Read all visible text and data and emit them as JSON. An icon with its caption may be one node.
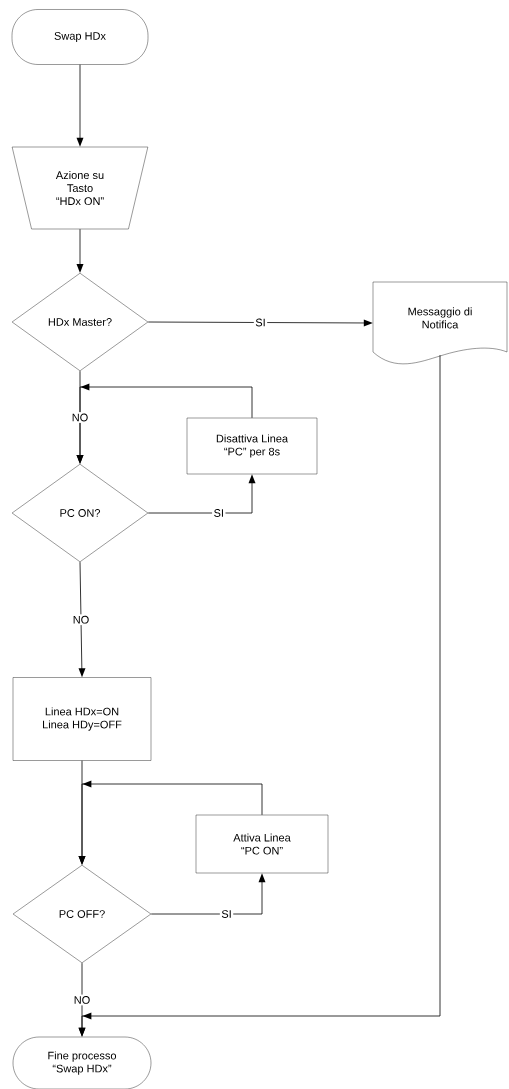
{
  "diagram": {
    "nodes": [
      {
        "text": [
          "Swap HDx"
        ]
      },
      {
        "text": [
          "Azione su Tasto “HDx ON”"
        ]
      },
      {
        "text": [
          "HDx Master?"
        ]
      },
      {
        "text": [
          "Messaggio di Notifica"
        ]
      },
      {
        "text": [
          "Disattiva Linea “PC” per 8s"
        ]
      },
      {
        "text": [
          "PC ON?"
        ]
      },
      {
        "text": [
          "Linea HDx=ON Linea HDy=OFF"
        ]
      },
      {
        "text": [
          "Attiva Linea “PC ON”"
        ]
      },
      {
        "text": [
          "PC OFF?"
        ]
      },
      {
        "text": [
          "Fine processo “Swap HDx”"
        ]
      }
    ],
    "edges": [
      {
        "from": 0,
        "to": 1,
        "arrow": "to"
      },
      {
        "from": 1,
        "to": 2,
        "arrow": "to"
      },
      {
        "from": 2,
        "to": 3,
        "arrow": "to",
        "label": "SI"
      },
      {
        "from": 2,
        "to": 5,
        "arrow": "to",
        "label": "NO"
      },
      {
        "from": 5,
        "to": 4,
        "arrow": "to",
        "label": "SI"
      },
      {
        "from": 4,
        "to": 5,
        "arrow": "to"
      },
      {
        "from": 5,
        "to": 6,
        "arrow": "to",
        "label": "NO"
      },
      {
        "from": 6,
        "to": 8,
        "arrow": "to"
      },
      {
        "from": 8,
        "to": 7,
        "arrow": "to",
        "label": "SI"
      },
      {
        "from": 7,
        "to": 8,
        "arrow": "to"
      },
      {
        "from": 8,
        "to": 9,
        "arrow": "to",
        "label": "NO"
      },
      {
        "from": 3,
        "to": 9,
        "arrow": "to"
      }
    ]
  }
}
